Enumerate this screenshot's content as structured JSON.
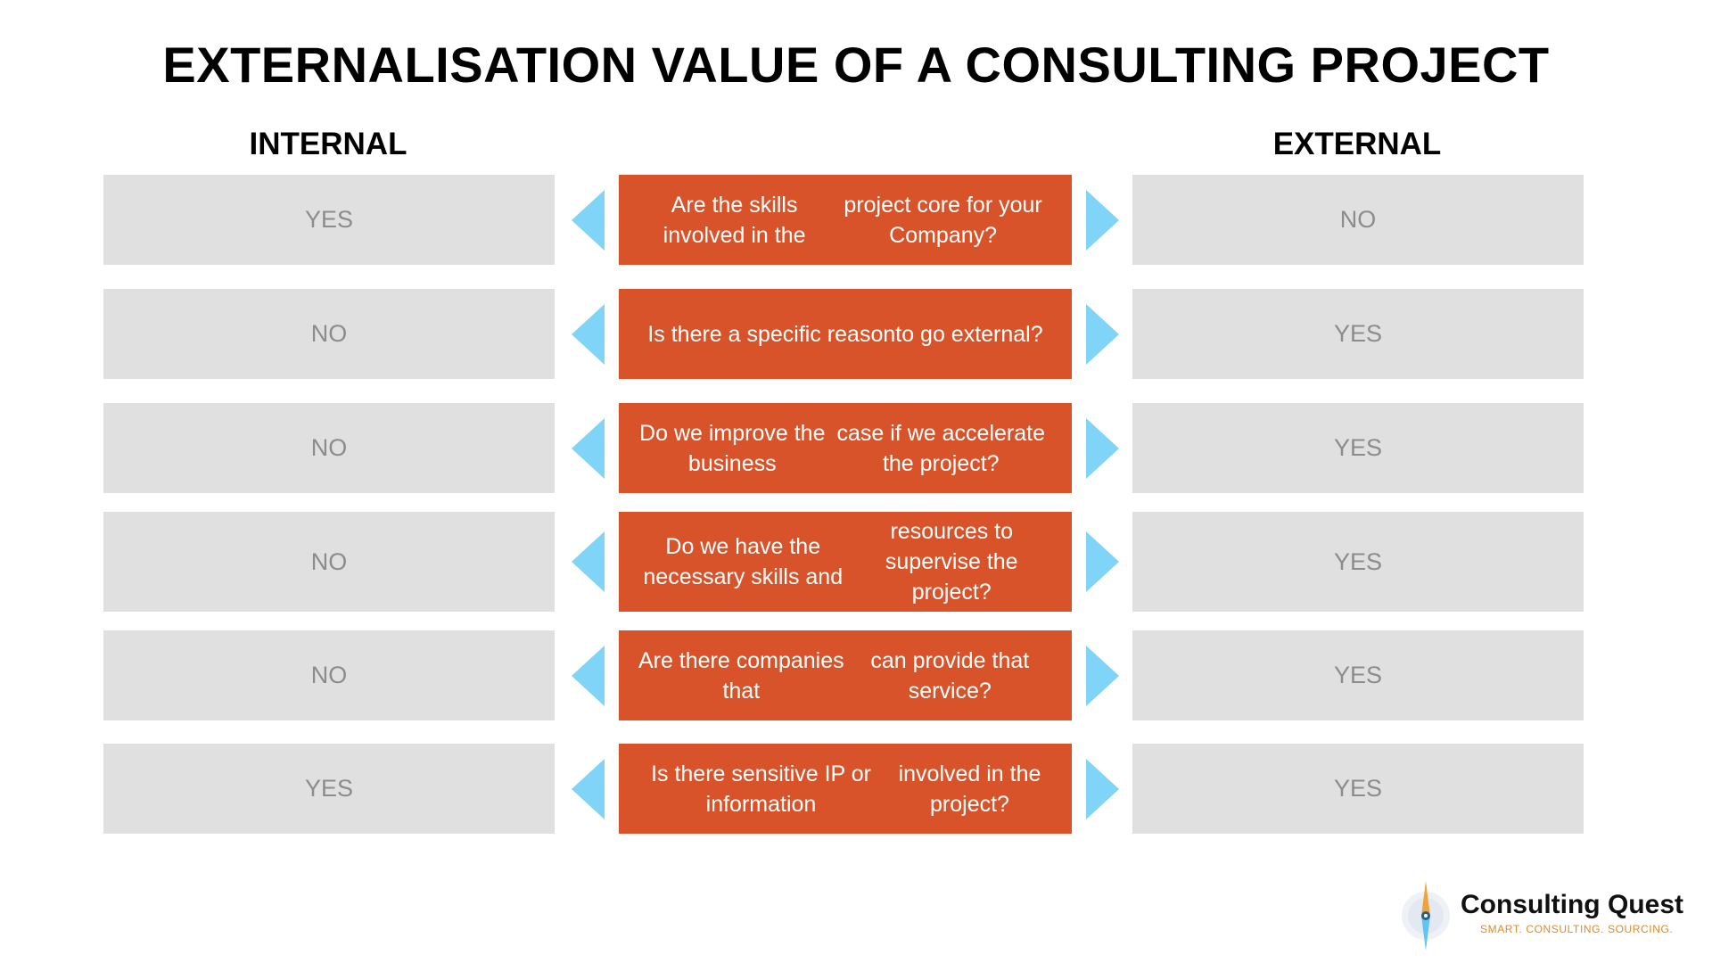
{
  "title": "EXTERNALISATION VALUE OF A CONSULTING PROJECT",
  "columns": {
    "internal": "INTERNAL",
    "external": "EXTERNAL"
  },
  "rows": [
    {
      "internal": "YES",
      "question_line1": "Are the skills involved in the",
      "question_line2": "project core for your Company?",
      "external": "NO"
    },
    {
      "internal": "NO",
      "question_line1": "Is there a specific reason",
      "question_line2": "to go external?",
      "external": "YES"
    },
    {
      "internal": "NO",
      "question_line1": "Do we improve the business",
      "question_line2": "case if we accelerate the project?",
      "external": "YES"
    },
    {
      "internal": "NO",
      "question_line1": "Do we have the necessary skills and",
      "question_line2": "resources to supervise the project?",
      "external": "YES"
    },
    {
      "internal": "NO",
      "question_line1": "Are there companies that",
      "question_line2": "can provide that service?",
      "external": "YES"
    },
    {
      "internal": "YES",
      "question_line1": "Is there sensitive IP or information",
      "question_line2": "involved in the project?",
      "external": "YES"
    }
  ],
  "logo": {
    "name": "Consulting Quest",
    "tagline": "SMART. CONSULTING. SOURCING."
  },
  "colors": {
    "question_box": "#d9532a",
    "answer_box": "#e0e0e0",
    "arrow": "#7fd4f7",
    "answer_text": "#8c8c8c",
    "tagline": "#e08a2c"
  },
  "icons": {
    "left_arrow": "triangle-left-icon",
    "right_arrow": "triangle-right-icon",
    "logo_mark": "compass-needle-icon"
  }
}
